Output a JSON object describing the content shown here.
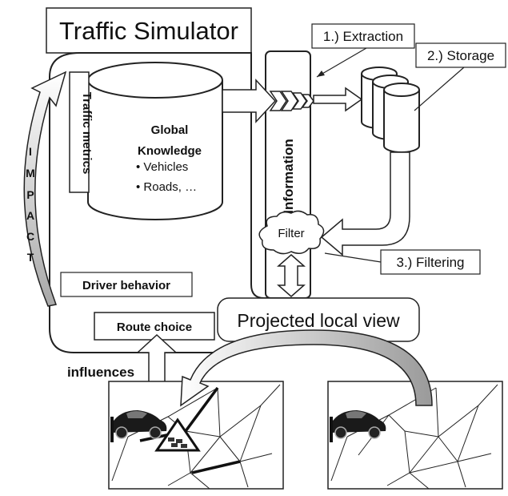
{
  "title": "Traffic Simulator",
  "global_knowledge": {
    "heading_line1": "Global",
    "heading_line2": "Knowledge",
    "bullets": [
      "• Vehicles",
      "• Roads, …"
    ]
  },
  "labels": {
    "traffic_metrics": "Traffic metrics",
    "impact_letters": [
      "I",
      "M",
      "P",
      "A",
      "C",
      "T"
    ],
    "information": "Information",
    "extraction": "1.) Extraction",
    "storage": "2.) Storage",
    "filtering": "3.) Filtering",
    "filter": "Filter",
    "driver_behavior": "Driver behavior",
    "route_choice": "Route choice",
    "projected_local_view": "Projected local view",
    "influences": "influences"
  }
}
